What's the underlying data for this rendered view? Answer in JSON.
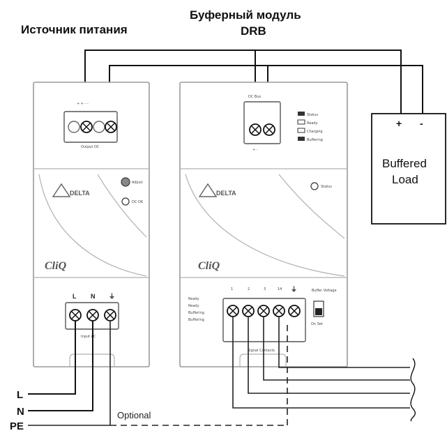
{
  "headings": {
    "power_supply": "Источник питания",
    "buffer_module_line1": "Буферный модуль",
    "buffer_module_line2": "DRB"
  },
  "load": {
    "label_line1": "Buffered",
    "label_line2": "Load",
    "plus": "+",
    "minus": "-"
  },
  "power_supply": {
    "output_label": "Output DC",
    "output_top_label": "+ + - -",
    "adjust_label": "Adjust",
    "dc_ok_label": "DC OK",
    "brand": "DELTA",
    "series": "CliQ",
    "input_terminals": [
      "L",
      "N",
      "⏚"
    ],
    "input_label": "Input AC"
  },
  "buffer_module": {
    "dc_label": "+ -",
    "top_label": "DC Bus",
    "plus_minus": "+ -",
    "led_legend": [
      "Status",
      "Ready",
      "Charging",
      "Buffering"
    ],
    "brand": "DELTA",
    "series": "CliQ",
    "status_label": "Status",
    "bottom_terminals": [
      "1",
      "2",
      "3",
      "14",
      "⏚"
    ],
    "contacts_legend": [
      "Ready",
      "Ready",
      "Buffering",
      "Buffering"
    ],
    "buffer_voltage_label": "Buffer Voltage",
    "switch_label": "On Set",
    "signal_label": "Signal Contacts"
  },
  "wires": {
    "L": "L",
    "N": "N",
    "PE": "PE",
    "optional": "Optional"
  }
}
